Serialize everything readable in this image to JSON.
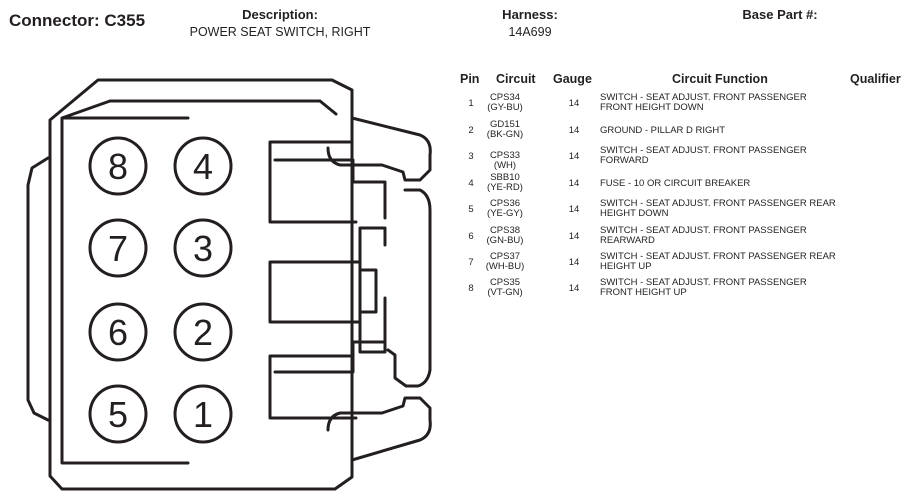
{
  "header": {
    "connector_title": "Connector: C355",
    "description_label": "Description:",
    "description_value": "POWER SEAT SWITCH, RIGHT",
    "harness_label": "Harness:",
    "harness_value": "14A699",
    "base_part_label": "Base Part #:",
    "base_part_value": ""
  },
  "diagram": {
    "pin_numbers": [
      "8",
      "4",
      "7",
      "3",
      "6",
      "2",
      "5",
      "1"
    ]
  },
  "table": {
    "headers": {
      "pin": "Pin",
      "circuit": "Circuit",
      "gauge": "Gauge",
      "function": "Circuit Function",
      "qualifier": "Qualifier"
    },
    "rows": [
      {
        "pin": "1",
        "circuit": "CPS34 (GY-BU)",
        "gauge": "14",
        "function": "SWITCH - SEAT ADJUST. FRONT PASSENGER FRONT HEIGHT DOWN",
        "qualifier": ""
      },
      {
        "pin": "2",
        "circuit": "GD151 (BK-GN)",
        "gauge": "14",
        "function": "GROUND - PILLAR D RIGHT",
        "qualifier": ""
      },
      {
        "pin": "3",
        "circuit": "CPS33 (WH)",
        "gauge": "14",
        "function": "SWITCH - SEAT ADJUST. FRONT PASSENGER FORWARD",
        "qualifier": ""
      },
      {
        "pin": "4",
        "circuit": "SBB10 (YE-RD)",
        "gauge": "14",
        "function": "FUSE - 10 OR CIRCUIT BREAKER",
        "qualifier": ""
      },
      {
        "pin": "5",
        "circuit": "CPS36 (YE-GY)",
        "gauge": "14",
        "function": "SWITCH - SEAT ADJUST. FRONT PASSENGER REAR HEIGHT DOWN",
        "qualifier": ""
      },
      {
        "pin": "6",
        "circuit": "CPS38 (GN-BU)",
        "gauge": "14",
        "function": "SWITCH - SEAT ADJUST. FRONT PASSENGER REARWARD",
        "qualifier": ""
      },
      {
        "pin": "7",
        "circuit": "CPS37 (WH-BU)",
        "gauge": "14",
        "function": "SWITCH - SEAT ADJUST. FRONT PASSENGER REAR HEIGHT UP",
        "qualifier": ""
      },
      {
        "pin": "8",
        "circuit": "CPS35 (VT-GN)",
        "gauge": "14",
        "function": "SWITCH - SEAT ADJUST. FRONT PASSENGER FRONT HEIGHT UP",
        "qualifier": ""
      }
    ]
  }
}
